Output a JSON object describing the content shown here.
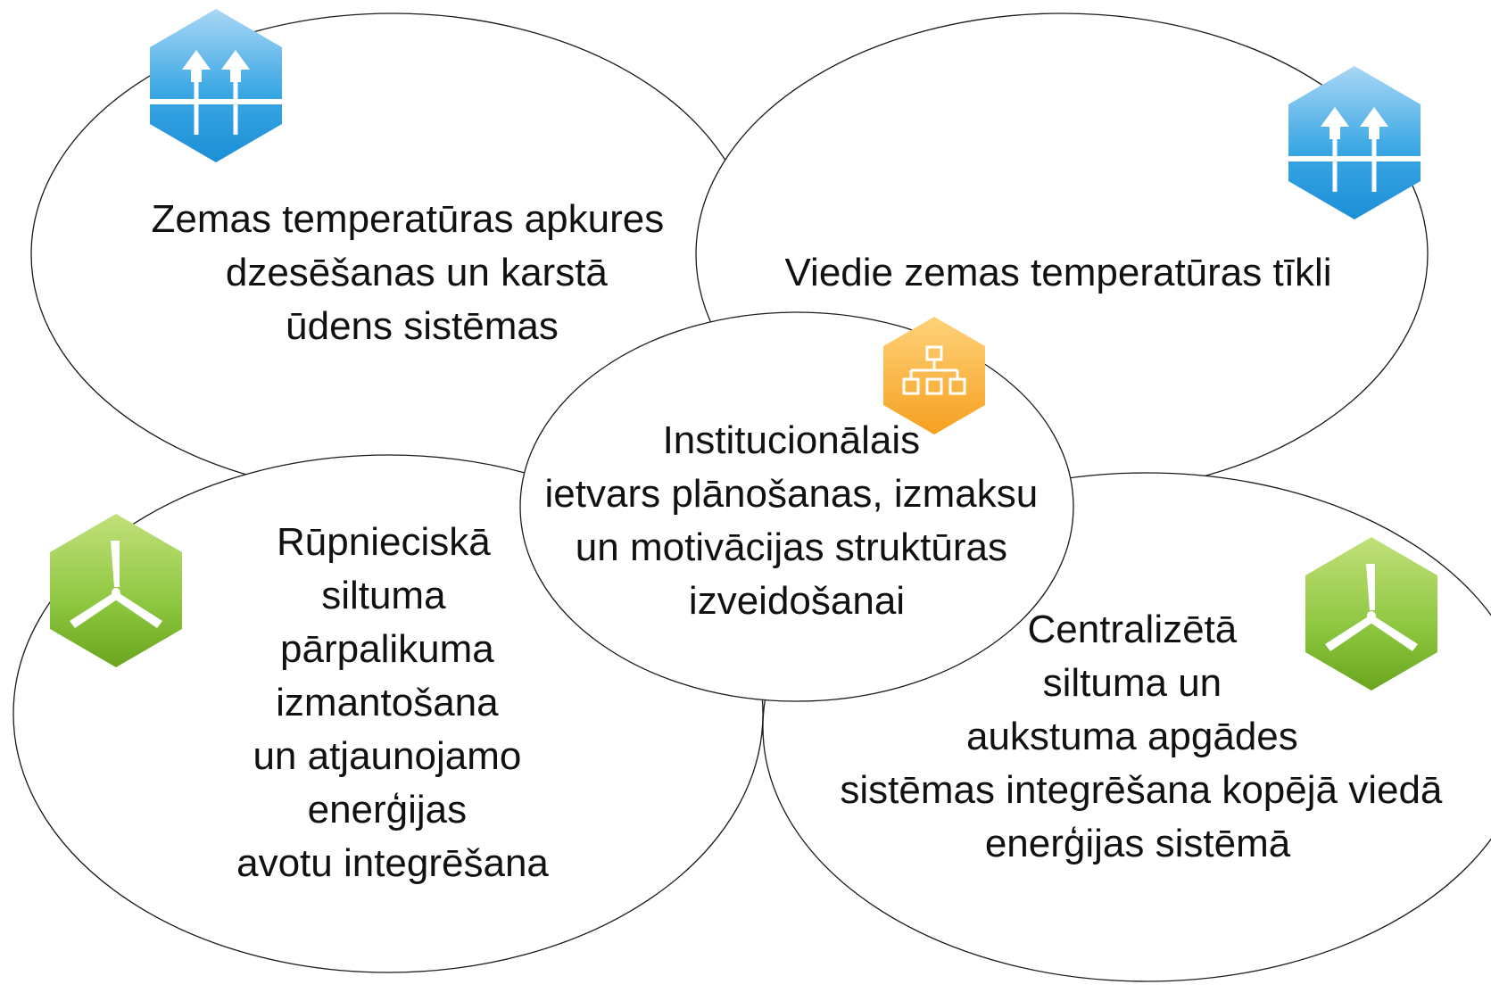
{
  "nodes": {
    "top_left": {
      "lines": [
        "Zemas temperatūras apkures",
        "dzesēšanas un karstā",
        "ūdens sistēmas"
      ],
      "icon": "heat-network-icon",
      "icon_color": "#3aa7e4"
    },
    "top_right": {
      "lines": [
        "Viedie zemas temperatūras tīkli"
      ],
      "icon": "heat-network-icon",
      "icon_color": "#3aa7e4"
    },
    "bottom_left": {
      "lines": [
        "Rūpnieciskā",
        "siltuma",
        "pārpalikuma",
        "izmantošana",
        "un atjaunojamo",
        "enerģijas",
        "avotu integrēšana"
      ],
      "icon": "wind-turbine-icon",
      "icon_color": "#7cbb2a"
    },
    "bottom_right": {
      "lines": [
        "Centralizētā",
        "siltuma un",
        "aukstuma apgādes",
        "sistēmas integrēšana kopējā viedā",
        "enerģijas sistēmā"
      ],
      "icon": "wind-turbine-icon",
      "icon_color": "#7cbb2a"
    },
    "center": {
      "lines": [
        "Institucionālais",
        "ietvars  plānošanas, izmaksu",
        "un motivācijas struktūras",
        "izveidošanai"
      ],
      "icon": "org-chart-icon",
      "icon_color": "#f5a623"
    }
  }
}
